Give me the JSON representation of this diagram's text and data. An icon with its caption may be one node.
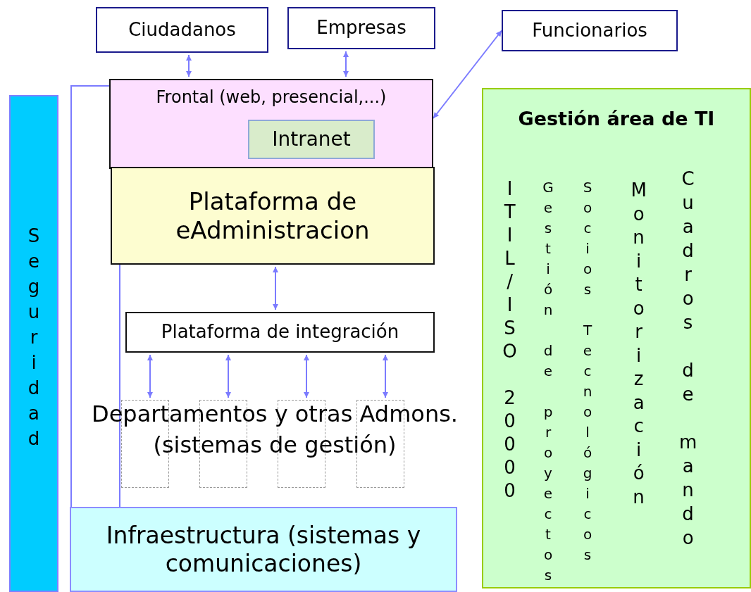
{
  "diagram": {
    "nodes": [
      {
        "text": [
          "Ciudadanos"
        ]
      },
      {
        "text": [
          "Empresas"
        ]
      },
      {
        "text": [
          "Funcionarios"
        ]
      },
      {
        "text": [
          "Frontal (web, presencial,...)"
        ]
      },
      {
        "text": [
          "Intranet"
        ],
        "in": 3
      },
      {
        "text": [
          "Plataforma de eAdministracion"
        ]
      },
      {
        "text": [
          "Plataforma de integración"
        ]
      },
      {
        "text": [],
        "shape": "box"
      },
      {
        "text": [],
        "shape": "box"
      },
      {
        "text": [],
        "shape": "box"
      },
      {
        "text": [],
        "shape": "box"
      },
      {
        "text": [
          "Infraestructura (sistemas y comunicaciones)"
        ]
      },
      {
        "text": [
          "Seguridad"
        ]
      },
      {
        "text": [
          "Gestión área de TI",
          "ITIL/ISO 20000",
          "Gestión de proyectos",
          "Socios Tecnológicos",
          "Monitorización",
          "Cuadros de mando"
        ]
      }
    ],
    "edges": [
      {
        "from": 0,
        "to": 3,
        "arrow": "both"
      },
      {
        "from": 1,
        "to": 3,
        "arrow": "both"
      },
      {
        "from": 2,
        "to": 3,
        "arrow": "both"
      },
      {
        "from": 5,
        "to": 6,
        "arrow": "both"
      },
      {
        "from": 6,
        "to": 7,
        "arrow": "both"
      },
      {
        "from": 6,
        "to": 8,
        "arrow": "both"
      },
      {
        "from": 6,
        "to": 9,
        "arrow": "both"
      },
      {
        "from": 6,
        "to": 10,
        "arrow": "both"
      },
      {
        "from": 11,
        "to": 3,
        "arrow": "none"
      },
      {
        "from": 11,
        "to": 5,
        "arrow": "none"
      }
    ],
    "labels": [
      "Departamentos y otras Admons. (sistemas de gestión)"
    ]
  }
}
